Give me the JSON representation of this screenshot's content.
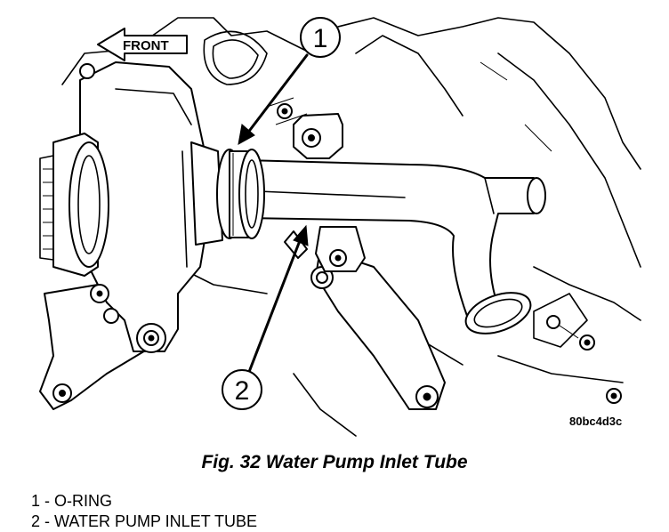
{
  "figure": {
    "caption": "Fig. 32 Water Pump Inlet Tube",
    "code": "80bc4d3c",
    "direction_label": "FRONT"
  },
  "callouts": [
    {
      "number": "1",
      "text": "O-RING"
    },
    {
      "number": "2",
      "text": "WATER PUMP INLET TUBE"
    }
  ],
  "legend": [
    {
      "text": "1 - O-RING"
    },
    {
      "text": "2 - WATER PUMP INLET TUBE"
    }
  ]
}
